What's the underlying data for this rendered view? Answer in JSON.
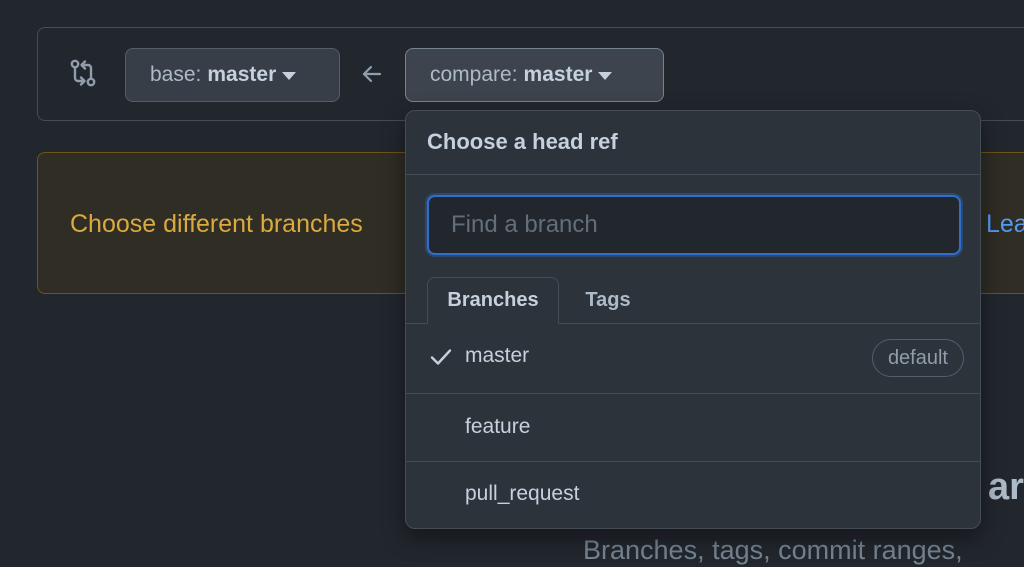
{
  "range": {
    "base_prefix": "base:",
    "base_value": "master",
    "compare_prefix": "compare:",
    "compare_value": "master"
  },
  "flash": {
    "message": "Choose different branches",
    "link_text": "Lea"
  },
  "blankslate": {
    "heading": "ar",
    "subtext": "Branches, tags, commit ranges,"
  },
  "menu": {
    "title": "Choose a head ref",
    "filter_placeholder": "Find a branch",
    "tabs": [
      {
        "label": "Branches",
        "selected": true
      },
      {
        "label": "Tags",
        "selected": false
      }
    ],
    "items": [
      {
        "name": "master",
        "selected": true,
        "badge": "default"
      },
      {
        "name": "feature",
        "selected": false
      },
      {
        "name": "pull_request",
        "selected": false
      }
    ]
  },
  "icons": {
    "compare": "git-compare-icon",
    "arrow": "arrow-left-icon",
    "check": "check-icon",
    "caret": "triangle-down-icon"
  },
  "colors": {
    "background": "#22272e",
    "accent_blue": "#316dca",
    "link_blue": "#539bf5",
    "warning_text": "#daaa3f"
  }
}
